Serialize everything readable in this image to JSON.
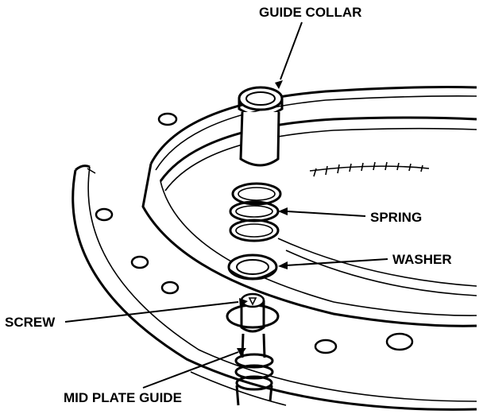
{
  "labels": {
    "guide_collar": "GUIDE COLLAR",
    "spring": "SPRING",
    "washer": "WASHER",
    "screw": "SCREW",
    "mid_plate_guide": "MID PLATE GUIDE"
  },
  "colors": {
    "ink": "#000000",
    "paper": "#ffffff"
  }
}
